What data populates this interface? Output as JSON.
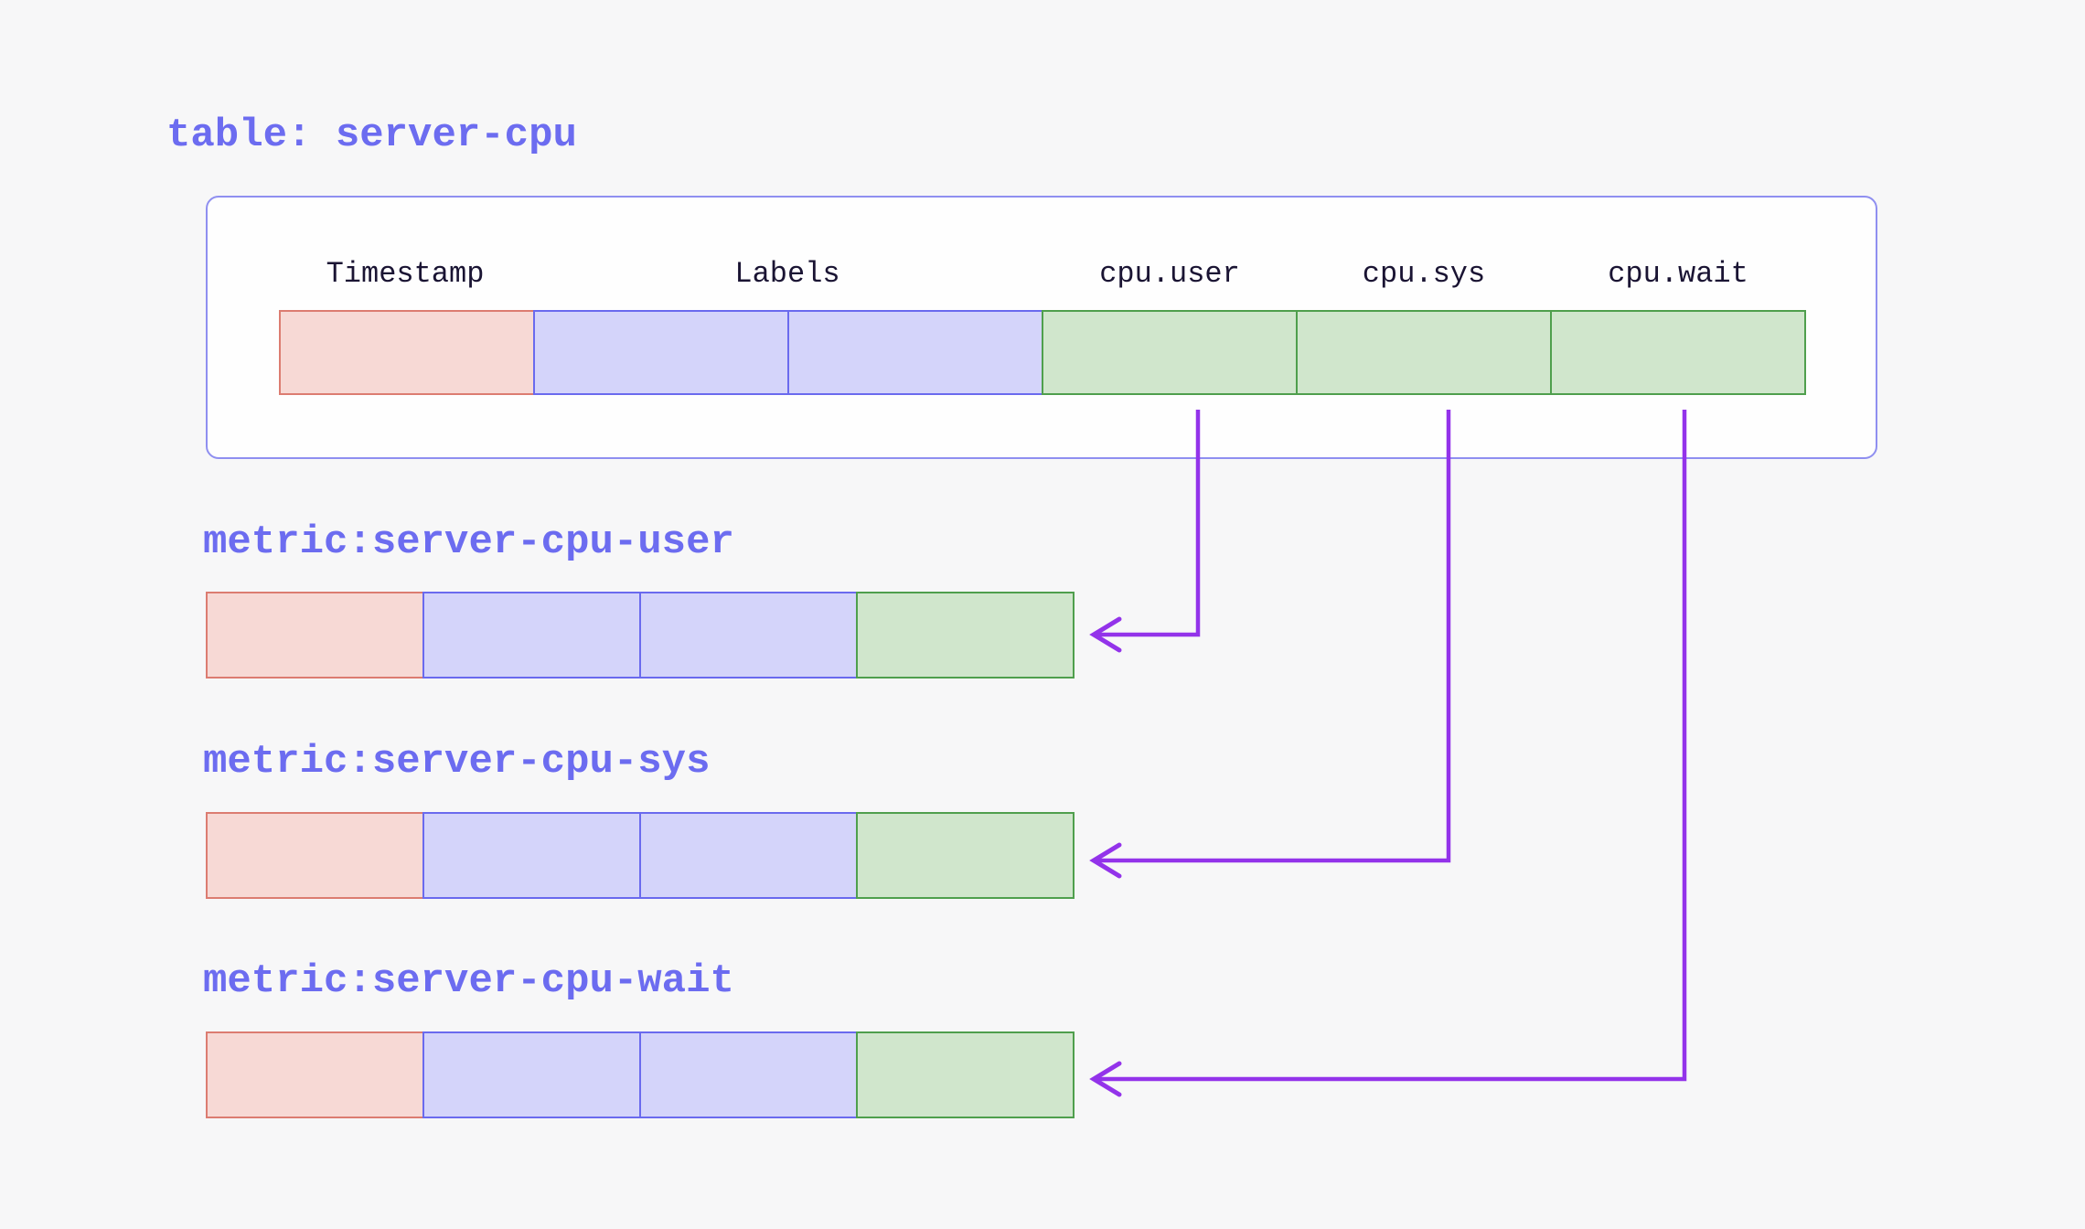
{
  "title": "table: server-cpu",
  "colors": {
    "background": "#f7f7f8",
    "accent_purple": "#6c6cf0",
    "arrow_purple": "#9333ea",
    "timestamp_fill": "#f7d9d5",
    "timestamp_border": "#dc7c71",
    "labels_fill": "#d4d4fa",
    "labels_border": "#6a6aee",
    "value_fill": "#d0e6cc",
    "value_border": "#4f9f4d",
    "table_box_border": "#8f8ff0",
    "header_text": "#1a1433"
  },
  "table": {
    "columns": [
      "Timestamp",
      "Labels",
      "cpu.user",
      "cpu.sys",
      "cpu.wait"
    ],
    "row_cells": [
      "timestamp",
      "labels",
      "labels",
      "value",
      "value",
      "value"
    ]
  },
  "metrics": [
    {
      "label": "metric:server-cpu-user",
      "row_cells": [
        "timestamp",
        "labels",
        "labels",
        "value"
      ]
    },
    {
      "label": "metric:server-cpu-sys",
      "row_cells": [
        "timestamp",
        "labels",
        "labels",
        "value"
      ]
    },
    {
      "label": "metric:server-cpu-wait",
      "row_cells": [
        "timestamp",
        "labels",
        "labels",
        "value"
      ]
    }
  ]
}
